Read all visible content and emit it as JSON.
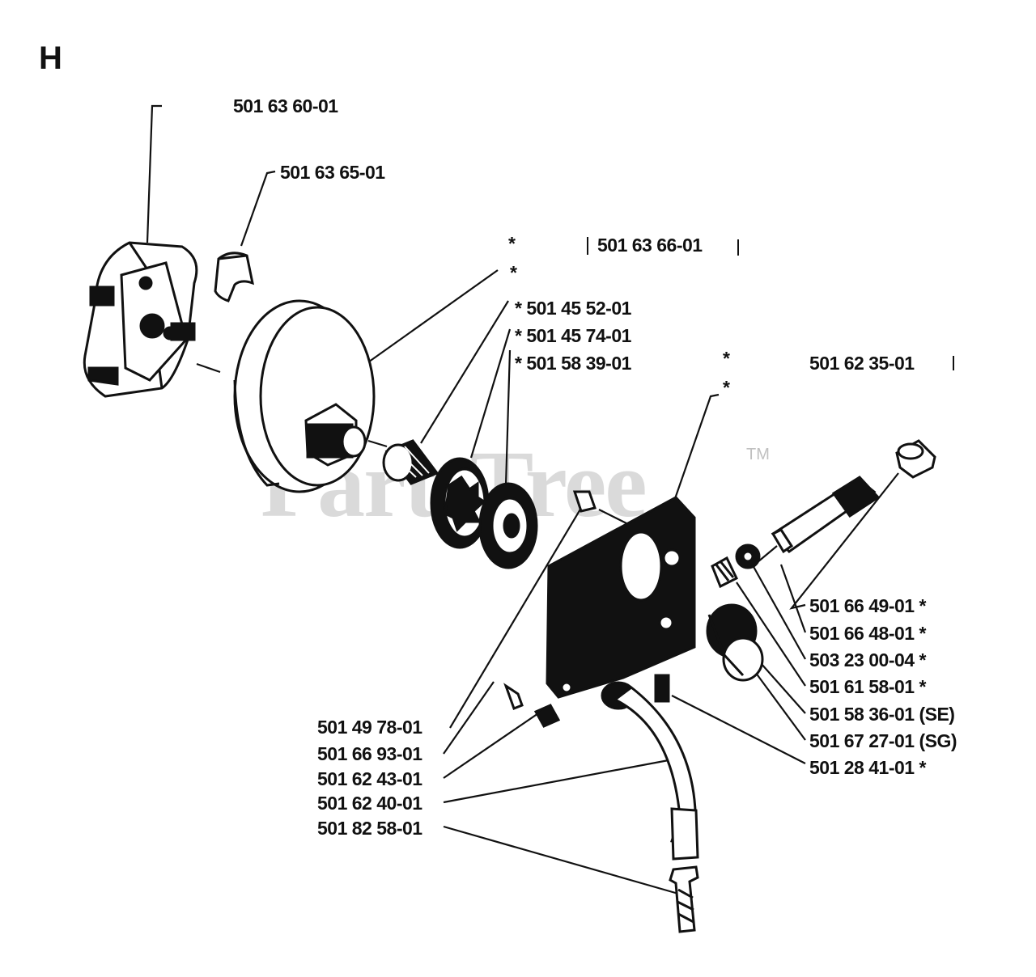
{
  "section_letter": "H",
  "watermark": {
    "text": "PartsTree",
    "trademark": "TM"
  },
  "labels": {
    "l1": "501 63 60-01",
    "l2": "501 63 65-01",
    "star_a": "*",
    "l3": "501 63 66-01",
    "star_b": "*",
    "l4": "* 501 45 52-01",
    "l5": "* 501 45 74-01",
    "l6": "* 501 58 39-01",
    "star_c": "*",
    "l7": "501 62 35-01",
    "star_d": "*",
    "l8": "501 66 49-01 *",
    "l9": "501 66 48-01 *",
    "l10": "503 23 00-04 *",
    "l11": "501 61 58-01 *",
    "l12": "501 58 36-01 (SE)",
    "l13": "501 67 27-01 (SG)",
    "l14": "501 28 41-01 *",
    "l15": "501 49 78-01",
    "l16": "501 66 93-01",
    "l17": "501 62 43-01",
    "l18": "501 62 40-01",
    "l19": "501 82 58-01"
  },
  "colors": {
    "ink": "#111111",
    "paper": "#ffffff",
    "watermark": "#969696"
  }
}
